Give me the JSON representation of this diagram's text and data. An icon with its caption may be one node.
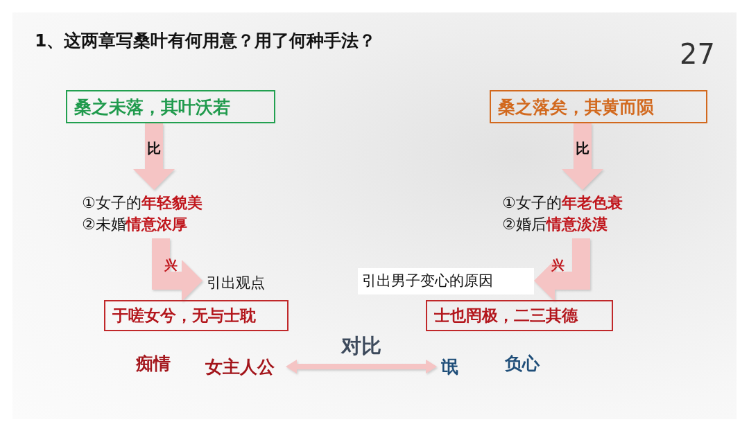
{
  "diagram": {
    "title": "1、这两章写桑叶有何用意？用了何种手法？",
    "nodes": [
      {
        "text": [
          "桑之未落，其叶沃若"
        ]
      },
      {
        "text": [
          "①女子的**年轻貌美**",
          "②未婚**情意浓厚**"
        ]
      },
      {
        "text": [
          "引出观点"
        ]
      },
      {
        "text": [
          "于嗟女兮，无与士耽"
        ]
      },
      {
        "text": [
          "女主人公"
        ]
      },
      {
        "text": [
          "桑之落矣，其黄而陨"
        ]
      },
      {
        "text": [
          "①女子的**年老色衰**",
          "②婚后**情意淡漠**"
        ]
      },
      {
        "text": [
          "引出男子变心的原因"
        ]
      },
      {
        "text": [
          "士也罔极，二三其德"
        ]
      },
      {
        "text": [
          "氓"
        ]
      }
    ],
    "edges": [
      {
        "from": 0,
        "to": 1,
        "arrow": "to",
        "label": "比"
      },
      {
        "from": 1,
        "to": 2,
        "arrow": "to",
        "label": "兴"
      },
      {
        "from": 5,
        "to": 6,
        "arrow": "to",
        "label": "比"
      },
      {
        "from": 6,
        "to": 7,
        "arrow": "to",
        "label": "兴"
      },
      {
        "from": 4,
        "to": 9,
        "arrow": "both",
        "label": "对比"
      }
    ],
    "labels": [
      "27",
      "痴情",
      "负心"
    ]
  }
}
